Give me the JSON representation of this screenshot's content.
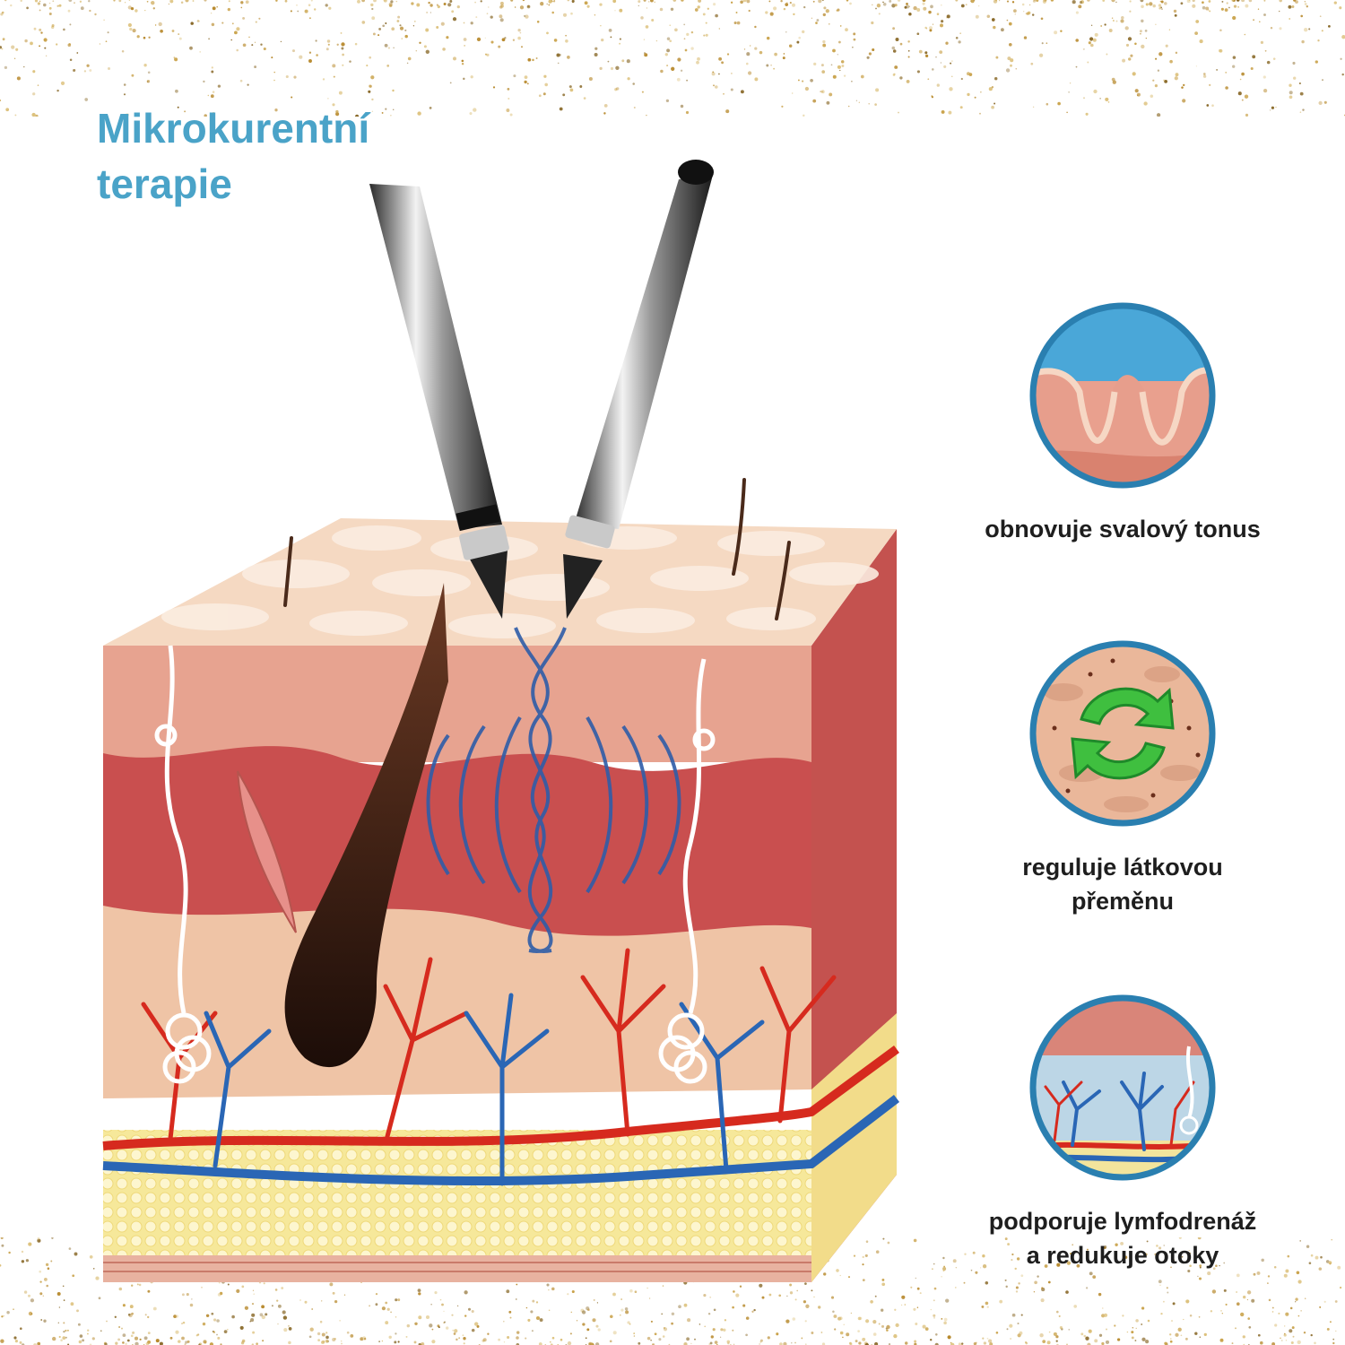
{
  "title": {
    "line1": "Mikrokurentní",
    "line2": "terapie"
  },
  "benefits": [
    {
      "icon": "muscle-tone-icon",
      "lines": [
        "obnovuje svalový tonus"
      ]
    },
    {
      "icon": "metabolism-cycle-icon",
      "lines": [
        "reguluje látkovou",
        "přeměnu"
      ]
    },
    {
      "icon": "lymph-drainage-icon",
      "lines": [
        "podporuje lymfodrenáž",
        "a redukuje otoky"
      ]
    }
  ],
  "colors": {
    "title": "#4aa3c8",
    "badge_ring": "#2a7fb0",
    "skin_surface": "#f5d9c2",
    "dermis": "#c94f4f",
    "fat": "#f6e89a",
    "artery": "#d62a1e",
    "vein": "#2a66b5",
    "current_wave": "#2f5da8"
  }
}
